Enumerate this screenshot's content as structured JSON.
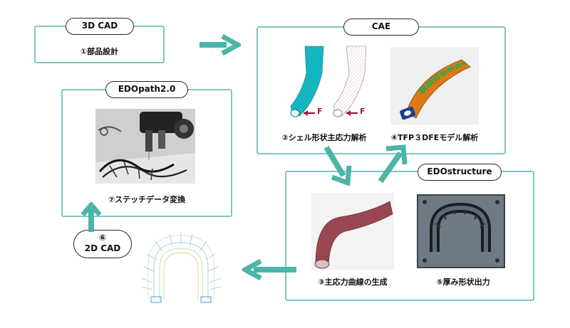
{
  "steps": {
    "cad3d": {
      "tag": "3D CAD",
      "caption": "①部品設計"
    },
    "cae": {
      "tag": "CAE"
    },
    "shell": {
      "caption": "②シェル形状主応力解析",
      "force_label": "F"
    },
    "tfp": {
      "caption": "④TFP３DFEモデル解析"
    },
    "edopath": {
      "tag": "EDOpath2.0",
      "caption": "⑦ステッチデータ変換"
    },
    "edostructure": {
      "tag": "EDOstructure"
    },
    "curve": {
      "caption": "③主応力曲線の生成"
    },
    "thick": {
      "caption": "⑤厚み形状出力"
    },
    "cad2d": {
      "number": "⑥",
      "tag": "2D CAD"
    }
  },
  "colors": {
    "frame": "#7fc7c2",
    "arrow": "#4bb5a8",
    "mesh": "#17c3cf",
    "force": "#9a1b3a",
    "orange": "#e07818",
    "green": "#4aa23a"
  }
}
